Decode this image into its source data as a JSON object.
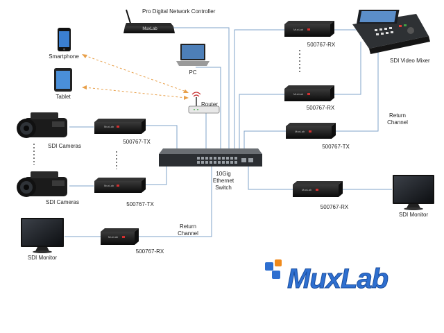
{
  "labels": {
    "controller": "Pro Digital Network Controller",
    "smartphone": "Smartphone",
    "tablet": "Tablet",
    "pc": "PC",
    "router": "Router",
    "cameras_1": "SDI Cameras",
    "cameras_2": "SDI Cameras",
    "tx_1": "500767-TX",
    "tx_2": "500767-TX",
    "tx_3": "500767-TX",
    "rx_left": "500767-RX",
    "rx_top": "500767-RX",
    "rx_mid": "500767-RX",
    "rx_bottom": "500767-RX",
    "switch_line1": "10Gig",
    "switch_line2": "Ethernet",
    "switch_line3": "Switch",
    "return_left_1": "Return",
    "return_left_2": "Channel",
    "return_right_1": "Return",
    "return_right_2": "Channel",
    "video_mixer": "SDI Video Mixer",
    "monitor_left": "SDI Monitor",
    "monitor_right": "SDI Monitor",
    "device_brand": "MuxLab",
    "logo_text": "MuxLab"
  },
  "colors": {
    "cable": "#7fa3c9",
    "wireless": "#e8a04a",
    "device": "#151515",
    "logo_blue": "#2e6fd0",
    "logo_orange": "#f08a1c"
  }
}
